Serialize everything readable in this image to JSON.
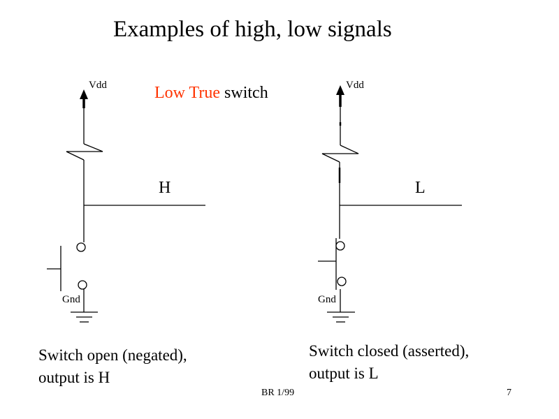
{
  "slide": {
    "title": "Examples of high, low signals",
    "subtitle_red": "Low True",
    "subtitle_rest": " switch",
    "footer_left": "BR 1/99",
    "page_number": "7"
  },
  "colors": {
    "accent_red": "#ff3300"
  },
  "left_circuit": {
    "supply_label": "Vdd",
    "ground_label": "Gnd",
    "output_label": "H",
    "caption_line1": "Switch open (negated),",
    "caption_line2": "output is H",
    "switch_state": "open"
  },
  "right_circuit": {
    "supply_label": "Vdd",
    "ground_label": "Gnd",
    "output_label": "L",
    "caption_line1": "Switch closed (asserted),",
    "caption_line2": "output is L",
    "switch_state": "closed"
  }
}
